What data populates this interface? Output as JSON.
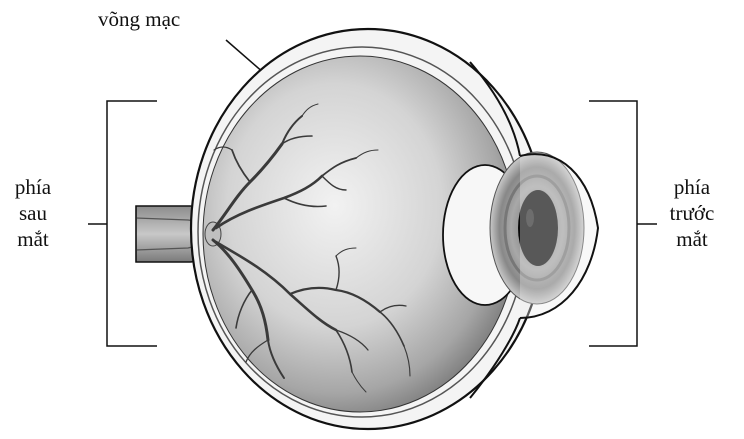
{
  "labels": {
    "retina": "võng mạc",
    "back_of_eye": [
      "phía",
      "sau",
      "mắt"
    ],
    "front_of_eye": [
      "phía",
      "trước",
      "mắt"
    ]
  },
  "colors": {
    "outline": "#111111",
    "sclera": "#f4f4f4",
    "interior_light": "#e6e6e6",
    "interior_dark": "#8a8a8a",
    "vessel": "#3a3a3a",
    "iris": "#9a9a9a",
    "pupil": "#0a0a0a"
  }
}
